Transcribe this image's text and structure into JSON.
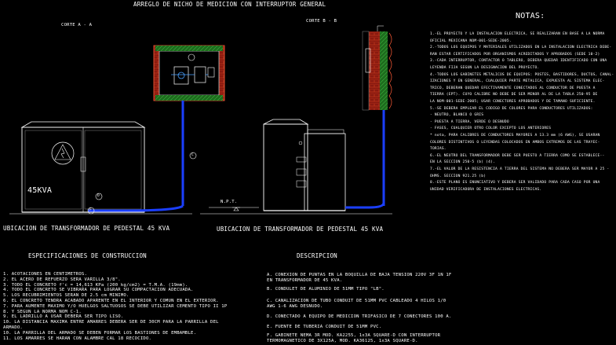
{
  "title": "ARREGLO DE NICHO DE MEDICION CON INTERRUPTOR GENERAL",
  "corte_a": "CORTE A - A",
  "corte_b": "CORTE B - B",
  "transformer_kva": "45KVA",
  "npt": "N.P.T.",
  "caption_left": "UBICACION DE TRANSFORMADOR DE PEDESTAL 45 KVA",
  "caption_right": "UBICACION DE TRANSFORMADOR DE PEDESTAL 45 KVA",
  "callouts": {
    "c": "C",
    "d": "D",
    "f": "F"
  },
  "notas": {
    "title": "NOTAS:",
    "items": [
      "1.-EL PROYECTO Y LA INSTALACION ELECTRICA, SE REALIZARAN EN BASE A LA NORMA",
      "   OFICIAL MEXICANA NOM-001-SEDE-2005.",
      "2.-TODOS LOS EQUIPOS Y MATERIALES UTILIZADOS EN LA INSTALACION ELECTRICA DEBE-",
      "   RAN ESTAR CERTIFICADOS POR ORGANISMOS ACREDITADOS Y APROBADOS (SEDE 10-2)",
      "3.-CADA INTERRUPTOR, CONTACTOR O TABLERO, DEBERA QUEDAR IDENTIFICADO CON UNA",
      "   LEYENDA FIJA SEGUN LA DESIGNACION DEL PROYECTO.",
      "4.-TODOS LOS GABINETES METALICOS DE EQUIPOS: POSTES, BASTIDORES, DUCTOS, CANAL-",
      "   IZACIONES Y EN GENERAL, CUALQUIER PARTE METALICA, EXPUESTA AL SISTEMA ELEC-",
      "   TRICO, DEBERAN QUEDAR EFECTIVAMENTE CONECTADOS AL CONDUCTOR DE PUESTA A",
      "   TIERRA (EPT). CUYO CALIBRE NO DEBE DE SER MENOR AL DE LA TABLA 250-95 DE",
      "   LA NOM-001-SEDE-2005; USAR CONECTORES APROBADOS Y DE TAMANO SUFICIENTE.",
      "5.-SE DEBERA EMPLEAR EL CODIGO DE COLORES PARA CONDUCTORES UTILIZADOS:",
      "        - NEUTRO, BLANCO O GRIS",
      "        - PUESTA A TIERRA, VERDE O DESNUDO",
      "        - FASES, CUALQUIER OTRO COLOR EXCEPTO LOS ANTERIORES",
      "   * nota, PARA CALIBRES DE CONDUCTORES MAYORES A 13.3 mm (6 AWG), SE USARAN",
      "   COLORES DISTINTIVOS O LEYENDAS COLOCADOS EN AMBOS EXTREMOS DE LAS TRAYEC-",
      "   TORIAS.",
      "6.-EL NEUTRO DEL TRANSFORMADOR DEBE SER PUESTO A TIERRA COMO SE ESTABLECE--",
      "   EN LA SECCION 250-5 (b) (4).",
      "7.-EL VALOR DE LA RESISTENCIA A TIERRA DEL SISTEMA NO DEBERA SER MAYOR A 25 -",
      "   OHMS. SECCION 921.25 (b)",
      "8.-ESTE PLANO ES ENUNCIATIVO Y DEBERA SER VALIDADO PARA CADA CASO POR UNA",
      "   UNIDAD VERIFICADORA DE INSTALACIONES ELECTRICAS."
    ]
  },
  "especificaciones": {
    "title": "ESPECIFICACIONES DE CONSTRUCCION",
    "items": [
      "1.  ACOTACIONES EN CENTIMETROS.",
      "2.  EL ACERO DE REFUERZO SERA VARILLA 3/8\".",
      "3.  TODO EL CONCRETO f'c = 14,613 KPa (200 kg/cm2) = T.M.A. (19mm).",
      "4.  TODO EL CONCRETO SE VIBRARA PARA LOGRAR SU COMPACTACION ADECUADA.",
      "5.  LOS RECUBRIMIENTOS SERAN DE 2.5 cm MINIMO.",
      "6.  EL CONCRETO TENDRA ACABADO APARENTE EN EL INTERIOR Y COMUN EN EL EXTERIOR.",
      "7.  PARA AUMENTE MAXIMO Y/O HUELGOS SALTUOSOS SE DEBE UTILIZAR CEMENTO TIPO II 1P",
      "8.  Y SEGUN LA NORMA NOM C-1.",
      "9.  EL LADRILLO A USAR DEBERA SER TIPO LISO.",
      "10. LA DISTANCIA MAXIMA ENTRE AMARRES DEBERA SER DE 30CM PARA LA PARRILLA DEL",
      "    ARMADO.",
      "10. LA PARRILLA DEL ARMADO SE DEBEN FORMAR LOS BASTIONES DE EMBAMBLE.",
      "11. LOS AMARRES SE HARAN CON ALAMBRE CAL 18 RECOCIDO."
    ]
  },
  "descripcion": {
    "title": "DESCRIPCION",
    "items": [
      "A. CONEXION DE PUNTAS EN LA BOQUILLA DE BAJA TENSION 220V 3F 1N 1F",
      "   EN TRANSFORMADOR DE 45 KVA.",
      "B. CONDULET DE ALUMINIO DE 51MM TIPO \"LB\".",
      "C. CANALIZACION DE TUBO CONDUIT DE 51MM PVC CABLEADO 4 HILOS 1/0",
      "   AWG 1-6 AWG DESNUDO.",
      "D. CONECTADO A EQUIPO DE MEDICION TRIFASICO DE 7 CONECTORES 100 A.",
      "E. FUENTE DE TUBERIA CONDUIT DE 51MM PVC.",
      "F. GABINETE NEMA 3R MOD. KA2255, 1x3A SQUARE-D CON INTERRUPTOR",
      "   TERMOMAGNETICO DE 3X125A, MOD. KA36125, 1x3A SQUARE-D."
    ]
  }
}
